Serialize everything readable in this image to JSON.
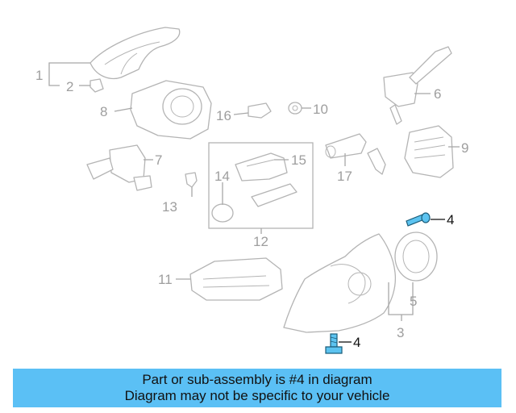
{
  "diagram": {
    "callouts": [
      "1",
      "2",
      "3",
      "4",
      "4",
      "5",
      "6",
      "7",
      "8",
      "9",
      "10",
      "11",
      "12",
      "13",
      "14",
      "15",
      "16",
      "17"
    ],
    "highlighted_callout": "4",
    "colors": {
      "highlight_fill": "#5cc3f0",
      "highlight_stroke": "#1b5d7a",
      "line_art": "#b4b4b4",
      "caption_bg": "#5bc0f5"
    }
  },
  "caption": {
    "line1": "Part or sub-assembly is #4 in diagram",
    "line2": "Diagram may not be specific to your vehicle"
  }
}
